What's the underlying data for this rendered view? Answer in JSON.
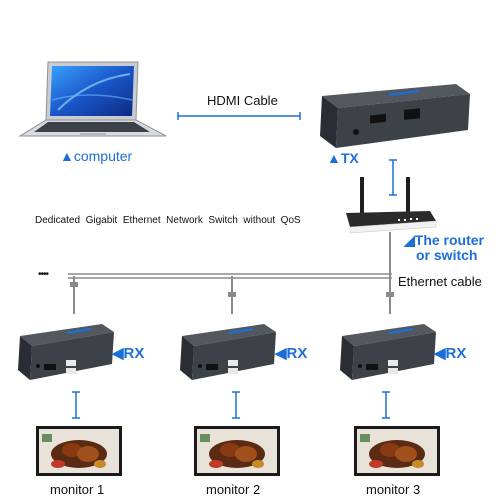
{
  "labels": {
    "hdmi_cable": "HDMI Cable",
    "computer": "computer",
    "tx": "TX",
    "switch_note": "Dedicated  Gigabit  Ethernet  Network  Switch  without  QoS",
    "router_line1": "The router",
    "router_line2": "or switch",
    "ethernet_cable": "Ethernet cable",
    "rx1": "RX",
    "rx2": "RX",
    "rx3": "RX",
    "monitor1": "monitor 1",
    "monitor2": "monitor 2",
    "monitor3": "monitor 3",
    "dots": "••••"
  },
  "colors": {
    "accent": "#1d6fd8",
    "device": "#3d4148",
    "device_dark": "#2a2d33",
    "line": "#9a9a9a"
  }
}
